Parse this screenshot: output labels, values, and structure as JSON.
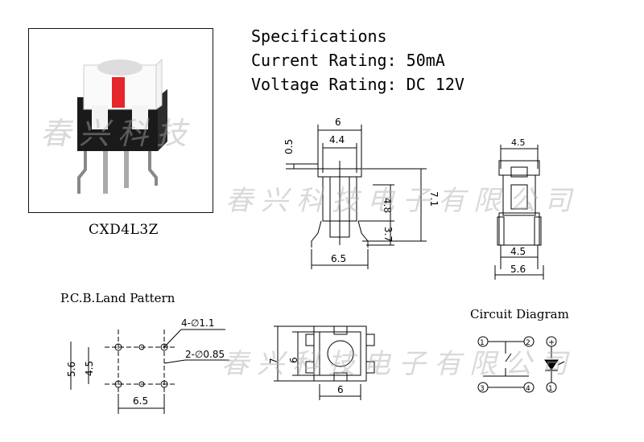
{
  "specs": {
    "heading": "Specifications",
    "current_rating": "Current Rating: 50mA",
    "voltage_rating": "Voltage Rating: DC 12V"
  },
  "product": {
    "model": "CXD4L3Z"
  },
  "watermark": {
    "text": "春兴科技电子有限公司",
    "short": "春兴科技"
  },
  "pcb": {
    "title": "P.C.B.Land Pattern",
    "hole_large": "4-∅1.1",
    "hole_small": "2-∅0.85",
    "dim_w": "6.5",
    "dim_h_outer": "5.6",
    "dim_h_inner": "4.5"
  },
  "front_view": {
    "top_w": "6",
    "inner_w": "4.4",
    "thickness": "0.5",
    "total_h": "7.1",
    "body_h": "4.8",
    "pin_h": "3.7",
    "base_w": "6.5"
  },
  "side_view": {
    "top_w": "4.5",
    "mid_w": "4.5",
    "base_w": "5.6"
  },
  "top_view": {
    "h_outer": "7",
    "h_inner": "6",
    "w": "6"
  },
  "circuit": {
    "title": "Circuit Diagram",
    "pin1": "1",
    "pin2": "2",
    "pin3": "3",
    "pin4": "4",
    "led_plus": "+",
    "led_minus": "1"
  },
  "colors": {
    "led": "#e5262a",
    "body": "#1a1a1a",
    "cap": "#f4f4f4"
  }
}
